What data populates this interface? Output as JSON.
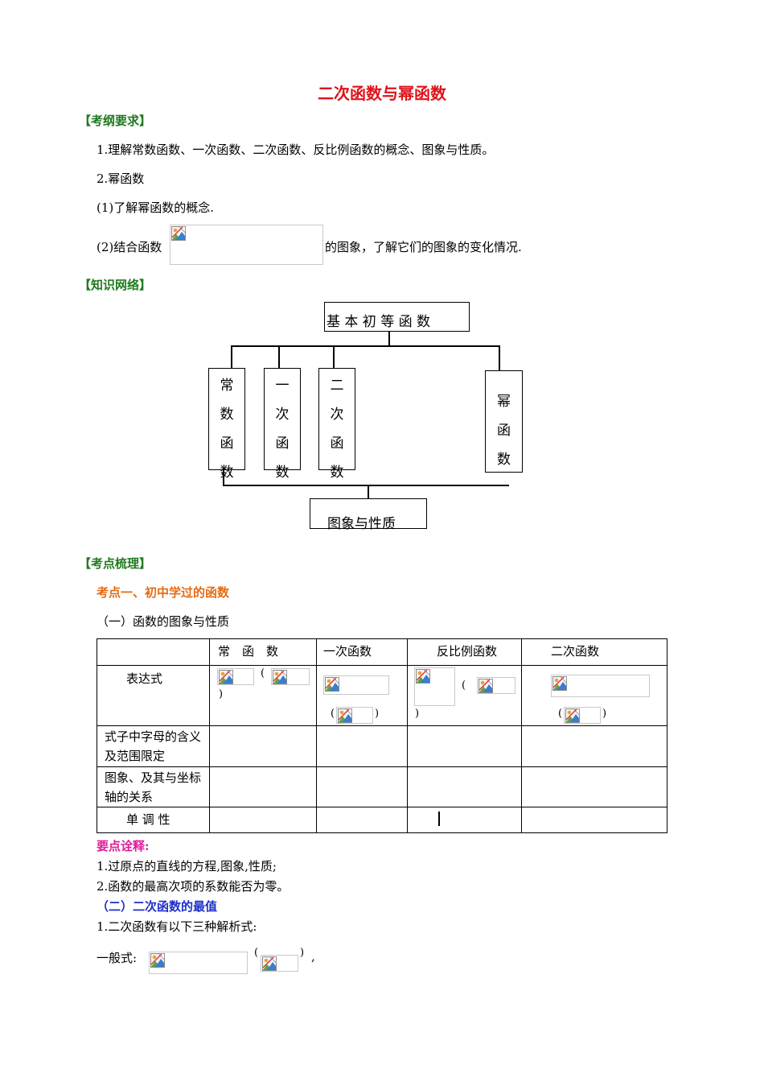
{
  "title": "二次函数与幂函数",
  "sections": {
    "kaogang": "【考纲要求】",
    "zhishi": "【知识网络】",
    "kaodian": "【考点梳理】"
  },
  "requirements": {
    "item1": "1.理解常数函数、一次函数、二次函数、反比例函数的概念、图象与性质。",
    "item2": "2.幂函数",
    "item2_1": "(1)了解幂函数的概念.",
    "item2_2_prefix": "(2)结合函数",
    "item2_2_suffix": "的图象，了解它们的图象的变化情况."
  },
  "diagram": {
    "root": "基 本 初 等 函 数",
    "children": [
      {
        "chars": [
          "常",
          "数",
          "函",
          "数"
        ]
      },
      {
        "chars": [
          "一",
          "次",
          "函",
          "数"
        ]
      },
      {
        "chars": [
          "二",
          "次",
          "函",
          "数"
        ]
      },
      {
        "chars": [
          "幂",
          "函",
          "数"
        ]
      }
    ],
    "bottom": "图象与性质"
  },
  "kaodian1": {
    "heading": "考点一、初中学过的函数",
    "sub": "（一）函数的图象与性质",
    "table": {
      "headers": [
        "",
        "常　函　数",
        "一次函数",
        "反比例函数",
        "二次函数"
      ],
      "row_labels": [
        "表达式",
        "式子中字母的含义及范围限定",
        "图象、及其与坐标轴的关系",
        "单 调 性"
      ]
    }
  },
  "notes": {
    "heading": "要点诠释:",
    "item1": "1.过原点的直线的方程,图象,性质;",
    "item2": "2.函数的最高次项的系数能否为零。"
  },
  "kaodian2": {
    "heading": "（二）二次函数的最值",
    "item1": "1.二次函数有以下三种解析式:",
    "general": "一般式:"
  },
  "icons": {
    "broken_image": "broken-image-icon"
  }
}
